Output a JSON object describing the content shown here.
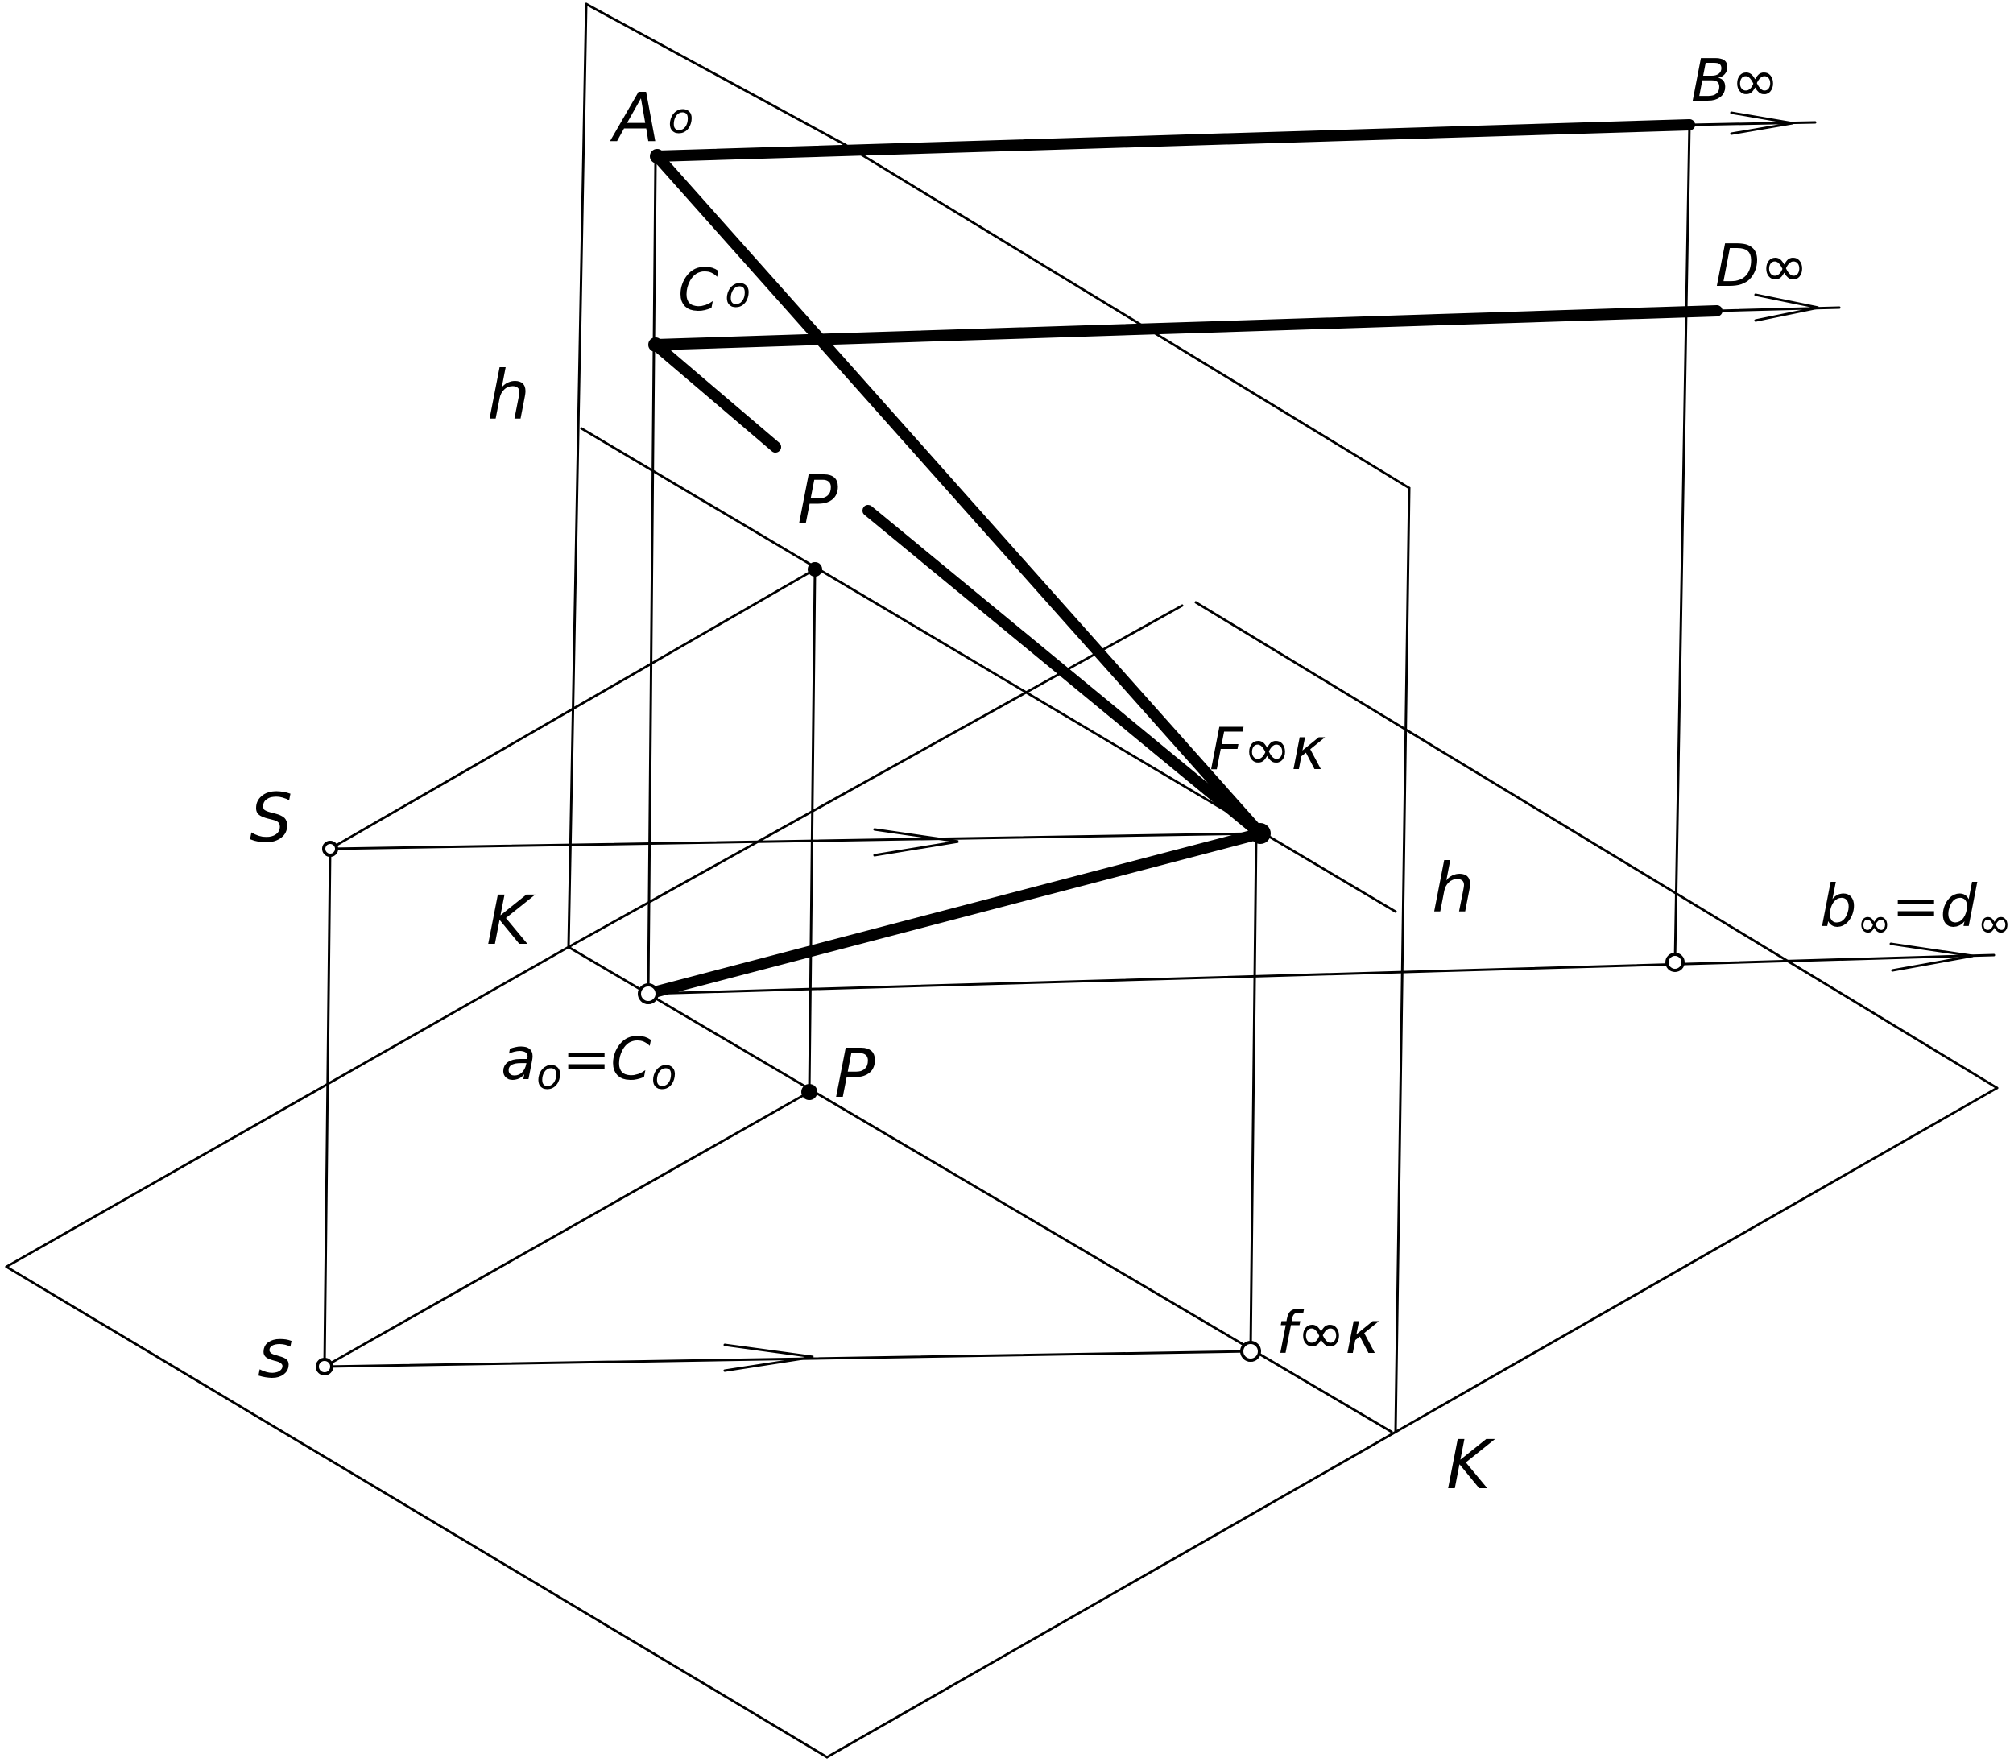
{
  "labels": {
    "A0": {
      "main": "A",
      "mark": "o"
    },
    "C0": {
      "main": "C",
      "mark": "o"
    },
    "B_inf": "B∞",
    "D_inf": "D∞",
    "h_left": "h",
    "h_right": "h",
    "P_upper": "P",
    "P_lower": "P",
    "F_inf_k": "F∞κ",
    "S_upper": "S",
    "s_lower": "s",
    "K_left": "K",
    "K_right": "K",
    "a0_c0": {
      "a": "a",
      "sub_a": "o",
      "eq": "=",
      "c": "C",
      "sub_c": "o"
    },
    "b_inf_d_inf": {
      "b": "b",
      "sub_b": "∞",
      "eq": "=",
      "d": "d",
      "sub_d": "∞"
    },
    "f_inf_k": "f∞κ"
  }
}
